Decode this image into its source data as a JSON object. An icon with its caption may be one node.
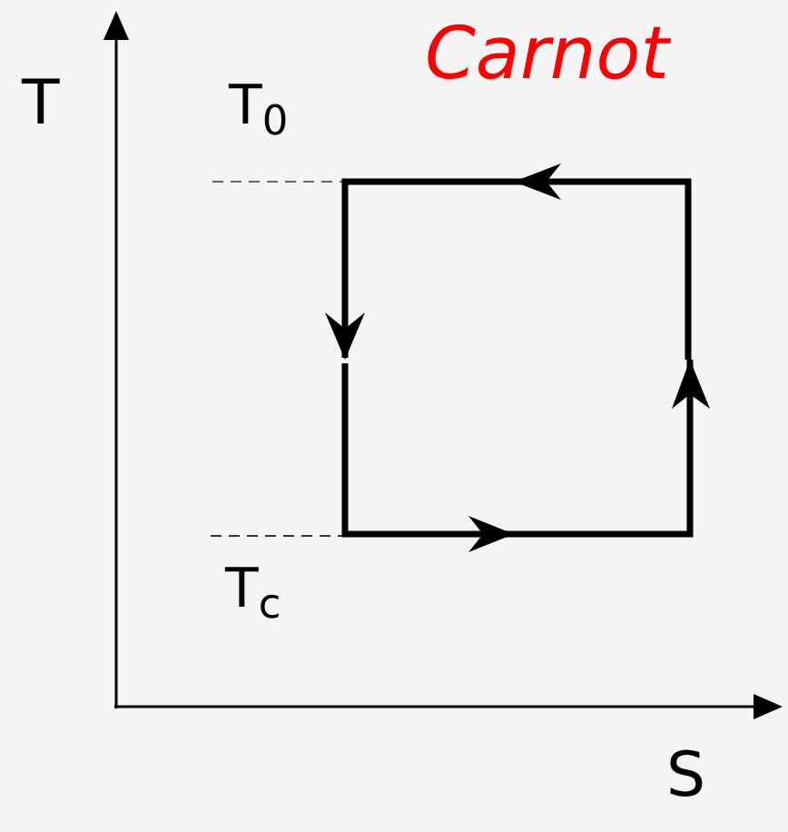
{
  "diagram": {
    "title": "Carnot",
    "labels": [
      "T",
      "T$_{0}$",
      "T$_{c}$",
      "S"
    ]
  }
}
